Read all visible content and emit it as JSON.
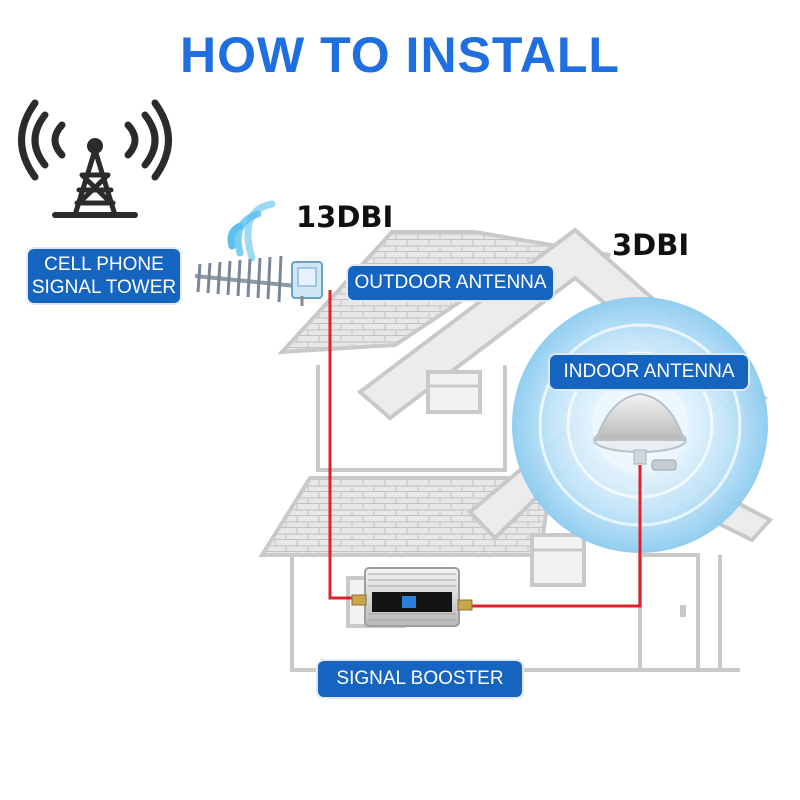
{
  "title": "HOW TO INSTALL",
  "gain_labels": {
    "outdoor": "13DBI",
    "indoor": "3DBI"
  },
  "labels": {
    "tower": [
      "CELL PHONE",
      "SIGNAL TOWER"
    ],
    "outdoor_antenna": "OUTDOOR ANTENNA",
    "indoor_antenna": "INDOOR ANTENNA",
    "signal_booster": "SIGNAL BOOSTER"
  },
  "colors": {
    "title": "#1f6fe0",
    "label_bg": "#1565c0",
    "cable": "#e0202a",
    "house_outline": "#c9c9c9",
    "signal_glow": "#7ec3ee",
    "wifi_waves": "#5bc0f0"
  },
  "icons": [
    "signal-tower-icon",
    "wifi-waves-icon",
    "yagi-antenna-icon",
    "ceiling-antenna-icon",
    "signal-booster-icon"
  ]
}
